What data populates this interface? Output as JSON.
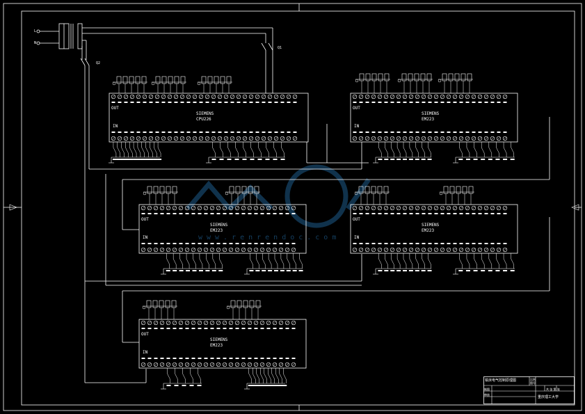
{
  "modules": [
    {
      "id": "cpu226",
      "brand": "SIEMENS",
      "model": "CPU226",
      "out_label": "OUT",
      "in_label": "IN"
    },
    {
      "id": "em223-a",
      "brand": "SIEMENS",
      "model": "EM223",
      "out_label": "OUT",
      "in_label": "IN"
    },
    {
      "id": "em223-b",
      "brand": "SIEMENS",
      "model": "EM223",
      "out_label": "OUT",
      "in_label": "IN"
    },
    {
      "id": "em223-c",
      "brand": "SIEMENS",
      "model": "EM223",
      "out_label": "OUT",
      "in_label": "IN"
    },
    {
      "id": "em223-d",
      "brand": "SIEMENS",
      "model": "EM223",
      "out_label": "OUT",
      "in_label": "IN"
    }
  ],
  "switches": {
    "q1": "Q1",
    "q2": "Q2"
  },
  "supply": {
    "l_label": "L",
    "n_label": "N"
  },
  "watermark": {
    "site": "www.renrendoc.com"
  },
  "title_block": {
    "drawing_title": "铣床电气控制原理图",
    "company": "重庆理工大学",
    "small_1": "比例",
    "small_2": "图号",
    "small_3": "制图",
    "small_4": "审核",
    "small_5": "共 张 第 张"
  },
  "colors": {
    "background": "#000000",
    "lines": "#ffffff",
    "watermark": "#1e5b8a"
  }
}
